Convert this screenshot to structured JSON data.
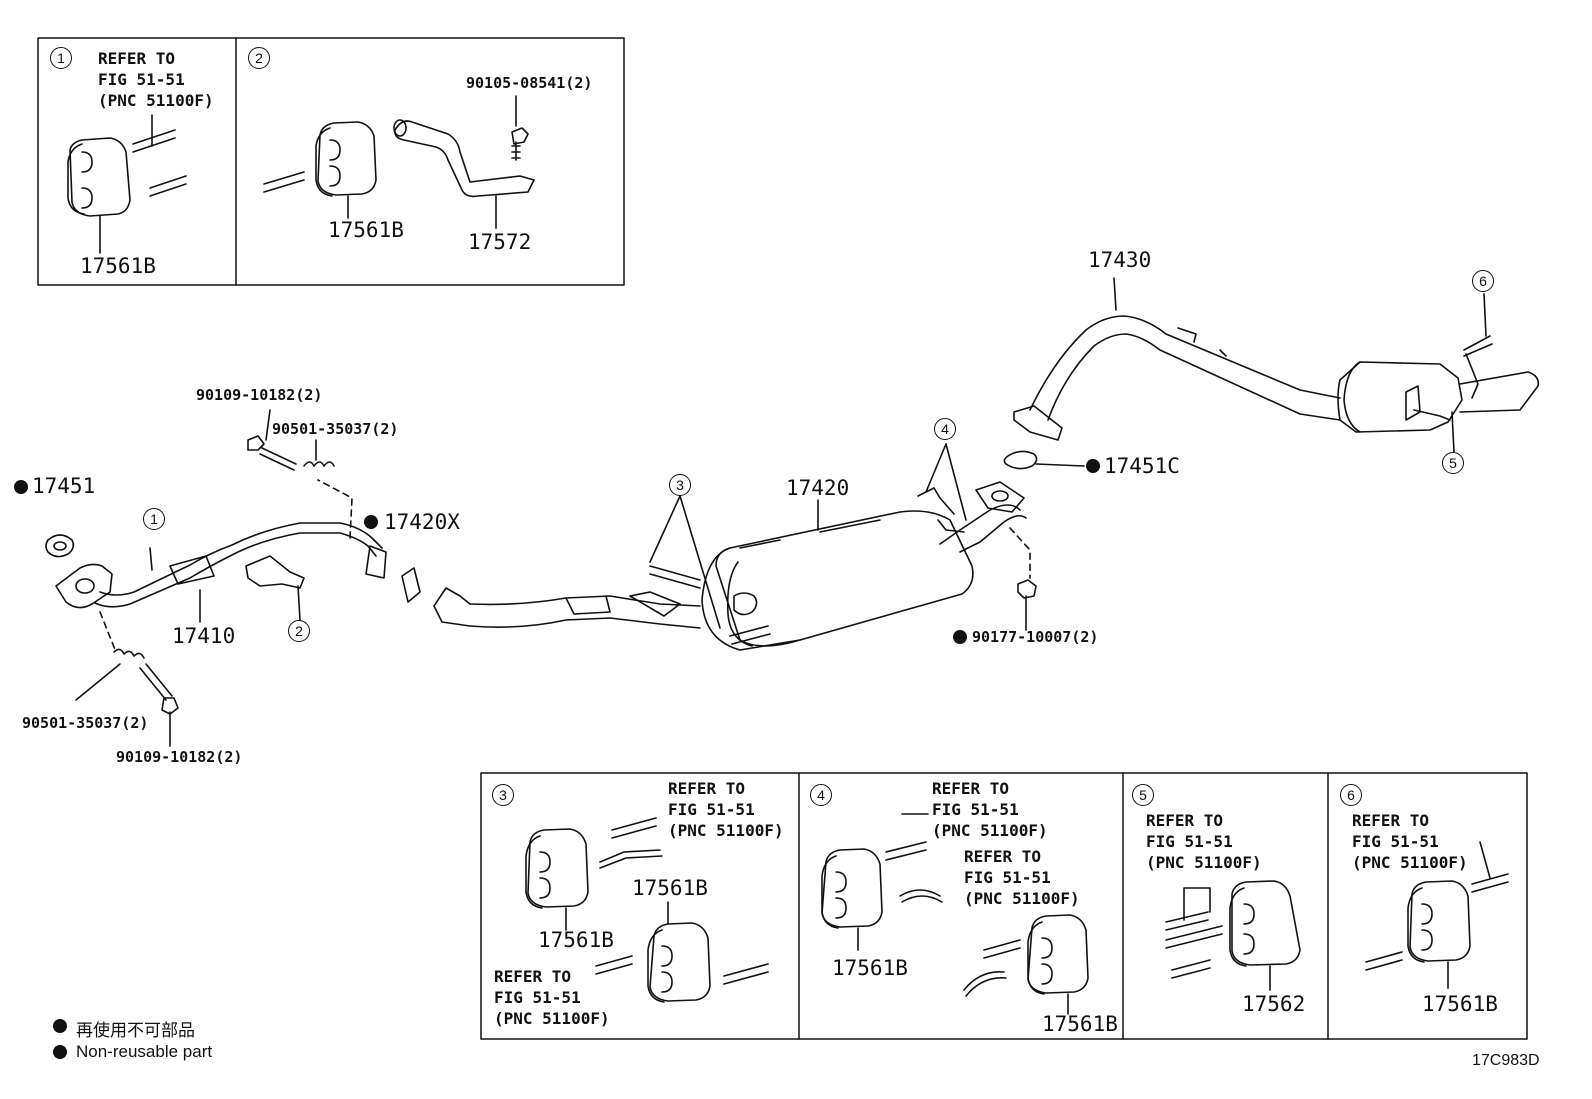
{
  "callouts": {
    "c1": "1",
    "c2": "2",
    "c3": "3",
    "c4": "4",
    "c5": "5",
    "c6": "6"
  },
  "refer": {
    "inset1": "REFER TO\nFIG 51-51\n(PNC 51100F)",
    "inset3_top": "REFER TO\nFIG 51-51\n(PNC 51100F)",
    "inset3_bottom": "REFER TO\nFIG 51-51\n(PNC 51100F)",
    "inset4_top": "REFER TO\nFIG 51-51\n(PNC 51100F)",
    "inset4_mid": "REFER TO\nFIG 51-51\n(PNC 51100F)",
    "inset5": "REFER TO\nFIG 51-51\n(PNC 51100F)",
    "inset6": "REFER TO\nFIG 51-51\n(PNC 51100F)"
  },
  "parts": {
    "p17561B": "17561B",
    "p17572": "17572",
    "p90105_08541": "90105-08541(2)",
    "p17562": "17562",
    "p17451": "17451",
    "p17420X": "17420X",
    "p17410": "17410",
    "p17420": "17420",
    "p17430": "17430",
    "p17451C": "17451C",
    "p90109_10182": "90109-10182(2)",
    "p90501_35037": "90501-35037(2)",
    "p90177_10007": "90177-10007(2)"
  },
  "legend": {
    "jp": "再使用不可部品",
    "en": "Non-reusable part"
  },
  "figure_code": "17C983D"
}
